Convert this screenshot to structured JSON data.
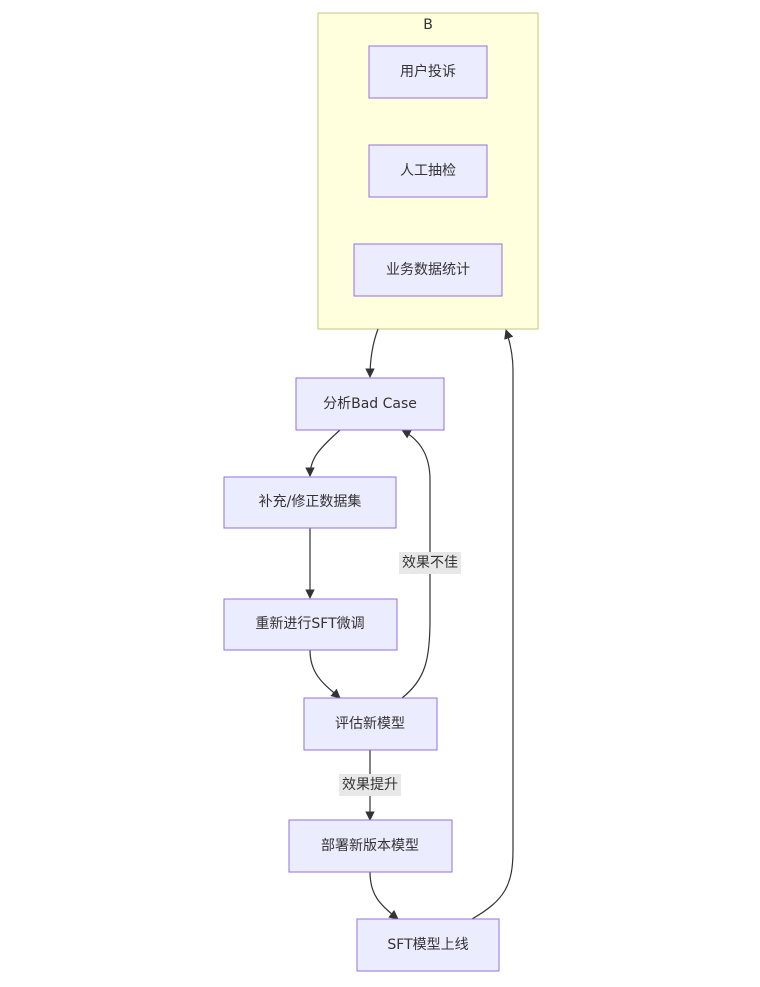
{
  "diagram": {
    "type": "flowchart",
    "cluster": {
      "title": "B",
      "nodes": [
        {
          "id": "complaint",
          "label": "用户投诉"
        },
        {
          "id": "inspection",
          "label": "人工抽检"
        },
        {
          "id": "stats",
          "label": "业务数据统计"
        }
      ]
    },
    "nodes": [
      {
        "id": "analyze",
        "label": "分析Bad Case"
      },
      {
        "id": "dataset",
        "label": "补充/修正数据集"
      },
      {
        "id": "finetune",
        "label": "重新进行SFT微调"
      },
      {
        "id": "evaluate",
        "label": "评估新模型"
      },
      {
        "id": "deploy",
        "label": "部署新版本模型"
      },
      {
        "id": "online",
        "label": "SFT模型上线"
      }
    ],
    "edges": [
      {
        "from": "B",
        "to": "analyze",
        "label": ""
      },
      {
        "from": "analyze",
        "to": "dataset",
        "label": ""
      },
      {
        "from": "dataset",
        "to": "finetune",
        "label": ""
      },
      {
        "from": "finetune",
        "to": "evaluate",
        "label": ""
      },
      {
        "from": "evaluate",
        "to": "analyze",
        "label": "效果不佳"
      },
      {
        "from": "evaluate",
        "to": "deploy",
        "label": "效果提升"
      },
      {
        "from": "deploy",
        "to": "online",
        "label": ""
      },
      {
        "from": "online",
        "to": "B",
        "label": ""
      }
    ]
  }
}
